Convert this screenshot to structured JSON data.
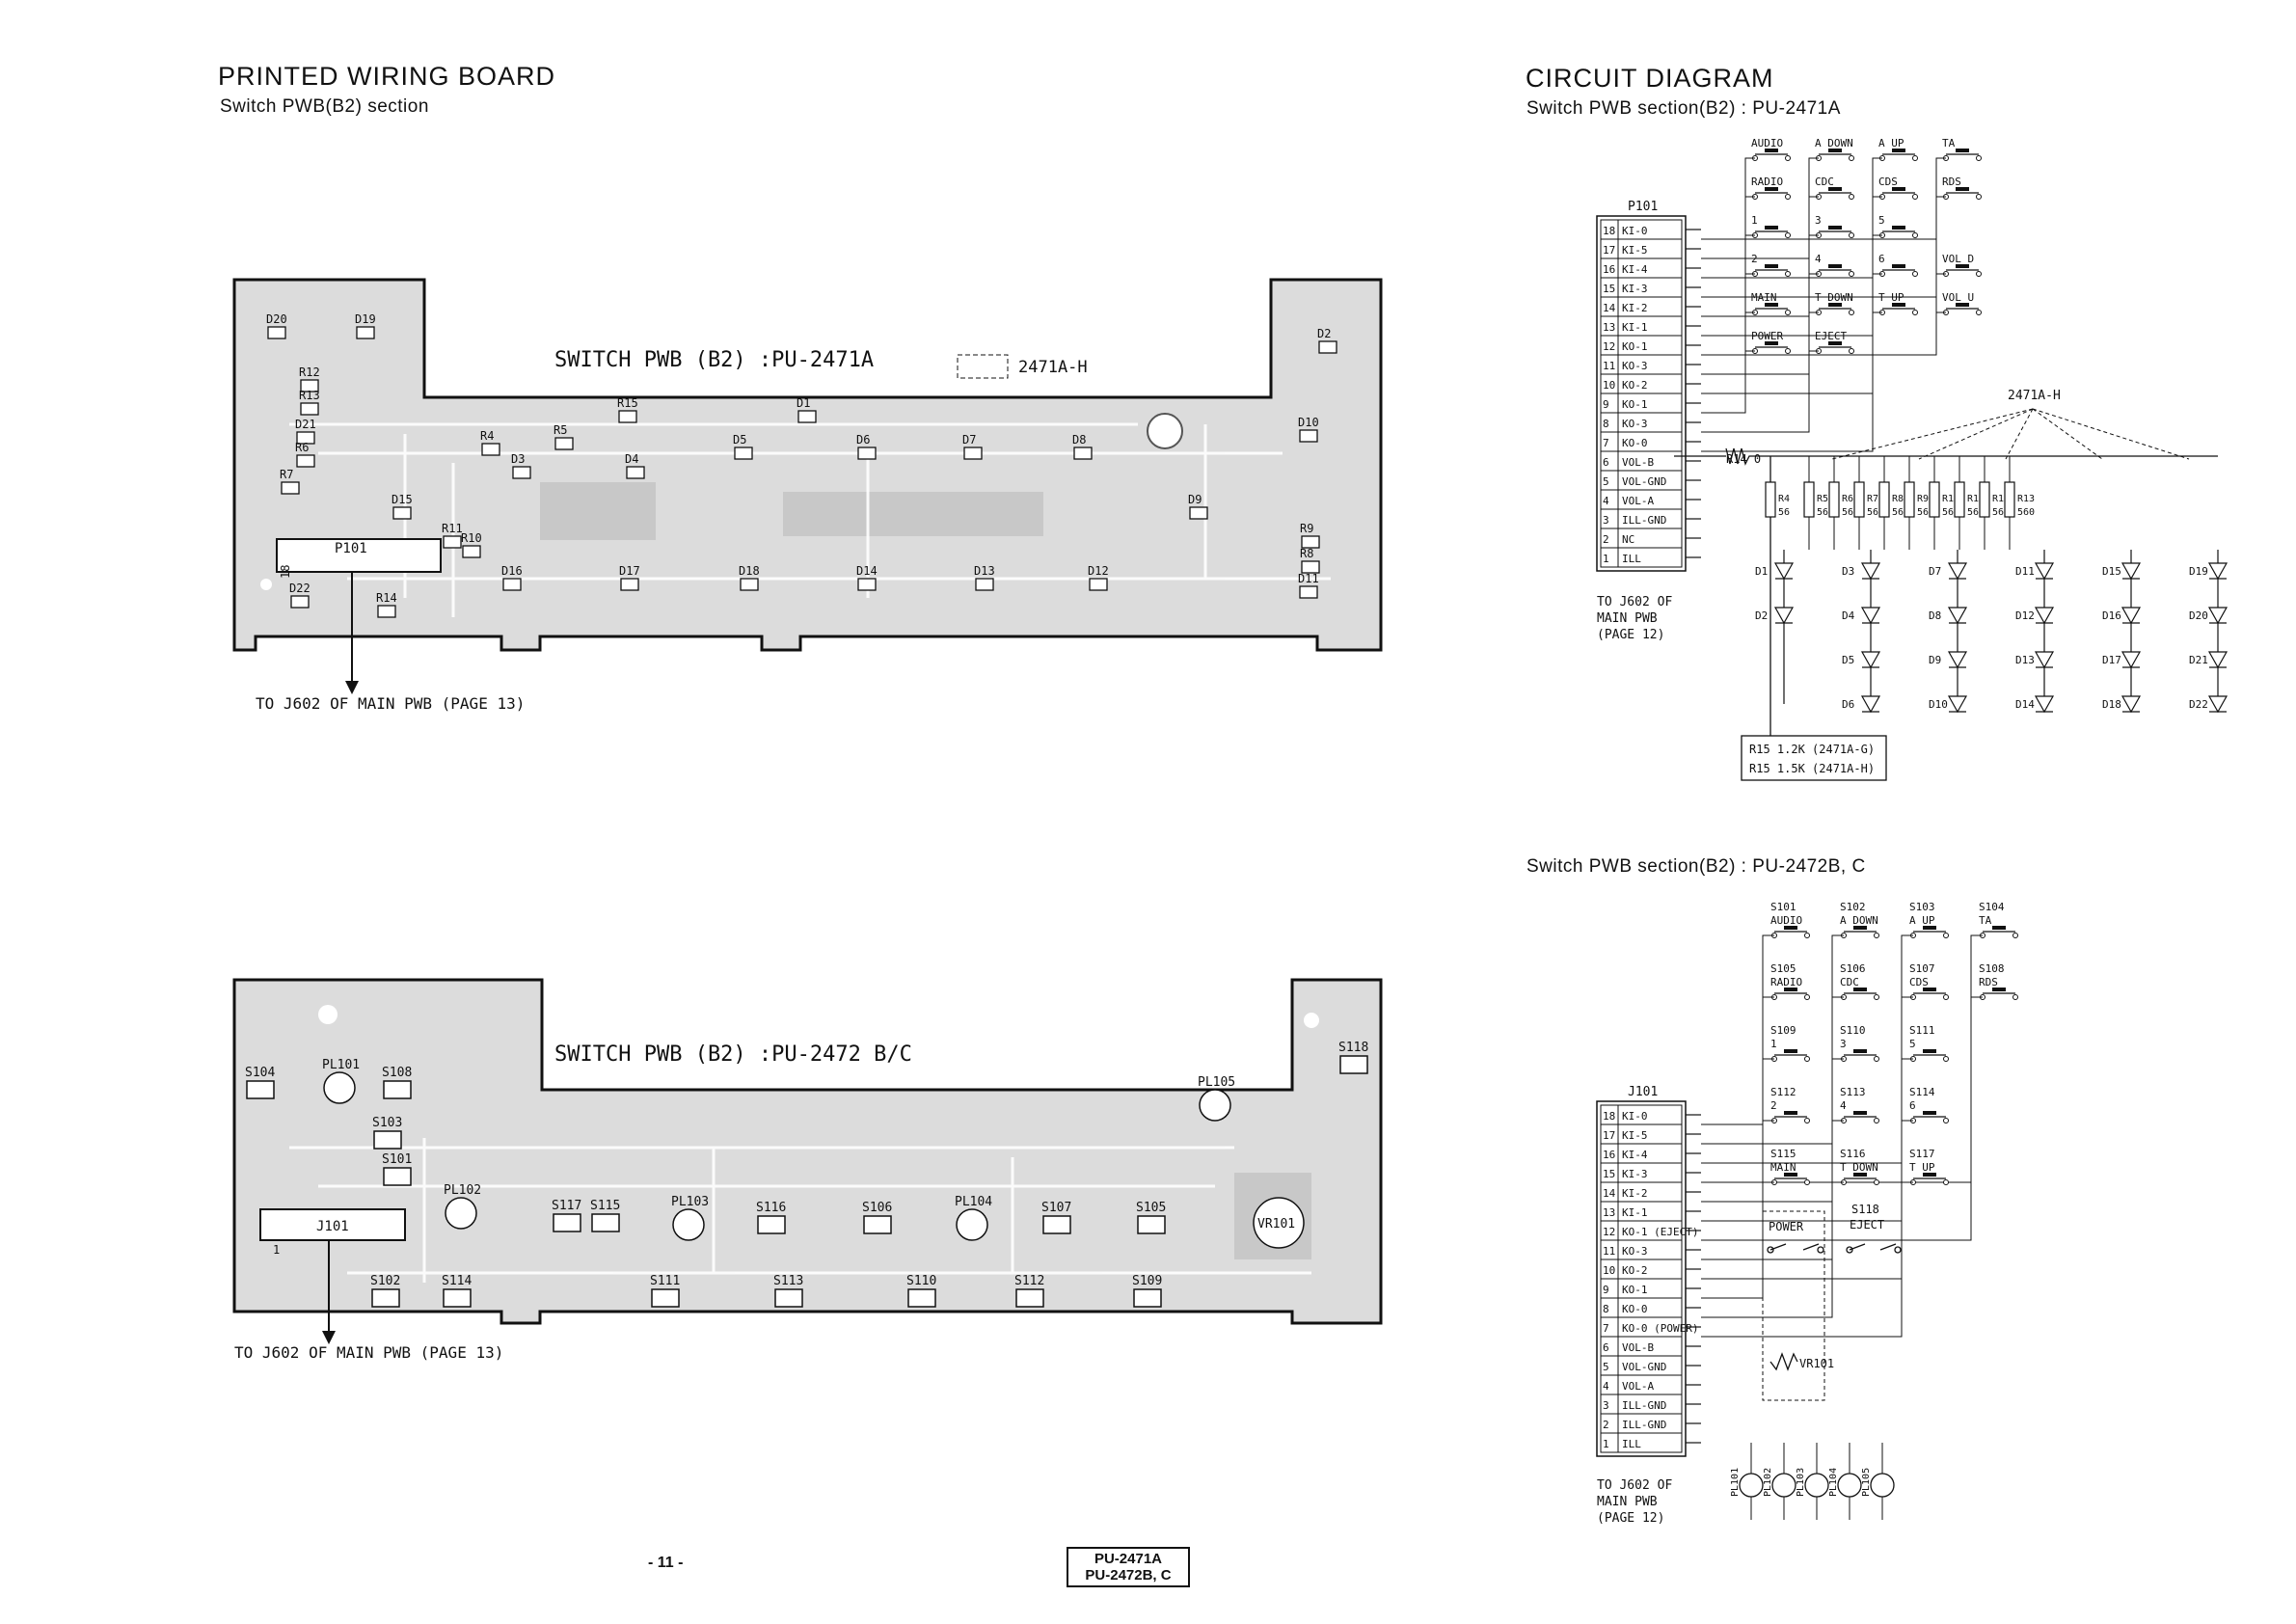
{
  "left": {
    "title": "PRINTED WIRING BOARD",
    "subtitle": "Switch PWB(B2) section",
    "board_a": {
      "label": "SWITCH PWB (B2) :PU-2471A",
      "variant_label": "2471A-H",
      "arrow_text": "TO J602 OF MAIN PWB (PAGE 13)",
      "connector": "P101",
      "pin": "18",
      "parts": [
        "D20",
        "D19",
        "R12",
        "R13",
        "D21",
        "R6",
        "R7",
        "R4",
        "D3",
        "R5",
        "R15",
        "D4",
        "D1",
        "D5",
        "D6",
        "D7",
        "D8",
        "D2",
        "D10",
        "D9",
        "R9",
        "R8",
        "D11",
        "D15",
        "R11",
        "R10",
        "D16",
        "D17",
        "D18",
        "D14",
        "D13",
        "D12",
        "R14",
        "D22"
      ]
    },
    "board_b": {
      "label": "SWITCH PWB (B2) :PU-2472 B/C",
      "arrow_text": "TO J602 OF MAIN PWB (PAGE 13)",
      "connector": "J101",
      "pin": "1",
      "parts": [
        "S104",
        "PL101",
        "S108",
        "S103",
        "S101",
        "PL102",
        "S117",
        "S115",
        "PL103",
        "S116",
        "S106",
        "PL104",
        "S107",
        "S105",
        "VR101",
        "PL105",
        "S118",
        "S102",
        "S114",
        "S111",
        "S113",
        "S110",
        "S112",
        "S109"
      ]
    }
  },
  "right": {
    "title": "CIRCUIT DIAGRAM",
    "subtitle_a": "Switch PWB section(B2) : PU-2471A",
    "subtitle_b": "Switch PWB section(B2) : PU-2472B, C",
    "diagram_a": {
      "connector": "P101",
      "pins": [
        {
          "n": "18",
          "s": "KI-0"
        },
        {
          "n": "17",
          "s": "KI-5"
        },
        {
          "n": "16",
          "s": "KI-4"
        },
        {
          "n": "15",
          "s": "KI-3"
        },
        {
          "n": "14",
          "s": "KI-2"
        },
        {
          "n": "13",
          "s": "KI-1"
        },
        {
          "n": "12",
          "s": "KO-1"
        },
        {
          "n": "11",
          "s": "KO-3"
        },
        {
          "n": "10",
          "s": "KO-2"
        },
        {
          "n": "9",
          "s": "KO-1"
        },
        {
          "n": "8",
          "s": "KO-3"
        },
        {
          "n": "7",
          "s": "KO-0"
        },
        {
          "n": "6",
          "s": "VOL-B"
        },
        {
          "n": "5",
          "s": "VOL-GND"
        },
        {
          "n": "4",
          "s": "VOL-A"
        },
        {
          "n": "3",
          "s": "ILL-GND"
        },
        {
          "n": "2",
          "s": "NC"
        },
        {
          "n": "1",
          "s": "ILL"
        }
      ],
      "switches": [
        [
          "AUDIO",
          "A DOWN",
          "A UP",
          "TA"
        ],
        [
          "RADIO",
          "CDC",
          "CDS",
          "RDS"
        ],
        [
          "1",
          "3",
          "5",
          ""
        ],
        [
          "2",
          "4",
          "6",
          "VOL D"
        ],
        [
          "MAIN",
          "T DOWN",
          "T UP",
          "VOL U"
        ],
        [
          "POWER",
          "EJECT",
          "",
          ""
        ]
      ],
      "variant": "2471A-H",
      "r14": "R14 0",
      "resistors": [
        {
          "name": "R4",
          "value": "56"
        },
        {
          "name": "R5",
          "value": "560"
        },
        {
          "name": "R6",
          "value": "560"
        },
        {
          "name": "R7",
          "value": "560"
        },
        {
          "name": "R8",
          "value": "560"
        },
        {
          "name": "R9",
          "value": "560"
        },
        {
          "name": "R10",
          "value": "560"
        },
        {
          "name": "R11",
          "value": "560"
        },
        {
          "name": "R12",
          "value": "560"
        },
        {
          "name": "R13",
          "value": "560"
        }
      ],
      "led_columns": [
        [
          "D1",
          "D2"
        ],
        [
          "D3",
          "D4",
          "D5",
          "D6"
        ],
        [
          "D7",
          "D8",
          "D9",
          "D10"
        ],
        [
          "D11",
          "D12",
          "D13",
          "D14"
        ],
        [
          "D15",
          "D16",
          "D17",
          "D18"
        ],
        [
          "D19",
          "D20",
          "D21",
          "D22"
        ]
      ],
      "to_text": [
        "TO J602 OF",
        "MAIN PWB",
        "(PAGE 12)"
      ],
      "notes": [
        "R15 1.2K (2471A-G)",
        "R15 1.5K (2471A-H)"
      ]
    },
    "diagram_b": {
      "connector": "J101",
      "pins": [
        {
          "n": "18",
          "s": "KI-0"
        },
        {
          "n": "17",
          "s": "KI-5"
        },
        {
          "n": "16",
          "s": "KI-4"
        },
        {
          "n": "15",
          "s": "KI-3"
        },
        {
          "n": "14",
          "s": "KI-2"
        },
        {
          "n": "13",
          "s": "KI-1"
        },
        {
          "n": "12",
          "s": "KO-1 (EJECT)"
        },
        {
          "n": "11",
          "s": "KO-3"
        },
        {
          "n": "10",
          "s": "KO-2"
        },
        {
          "n": "9",
          "s": "KO-1"
        },
        {
          "n": "8",
          "s": "KO-0"
        },
        {
          "n": "7",
          "s": "KO-0 (POWER)"
        },
        {
          "n": "6",
          "s": "VOL-B"
        },
        {
          "n": "5",
          "s": "VOL-GND"
        },
        {
          "n": "4",
          "s": "VOL-A"
        },
        {
          "n": "3",
          "s": "ILL-GND"
        },
        {
          "n": "2",
          "s": "ILL-GND"
        },
        {
          "n": "1",
          "s": "ILL"
        }
      ],
      "switches": [
        [
          {
            "ref": "S101",
            "name": "AUDIO"
          },
          {
            "ref": "S102",
            "name": "A DOWN"
          },
          {
            "ref": "S103",
            "name": "A UP"
          },
          {
            "ref": "S104",
            "name": "TA"
          }
        ],
        [
          {
            "ref": "S105",
            "name": "RADIO"
          },
          {
            "ref": "S106",
            "name": "CDC"
          },
          {
            "ref": "S107",
            "name": "CDS"
          },
          {
            "ref": "S108",
            "name": "RDS"
          }
        ],
        [
          {
            "ref": "S109",
            "name": "1"
          },
          {
            "ref": "S110",
            "name": "3"
          },
          {
            "ref": "S111",
            "name": "5"
          }
        ],
        [
          {
            "ref": "S112",
            "name": "2"
          },
          {
            "ref": "S113",
            "name": "4"
          },
          {
            "ref": "S114",
            "name": "6"
          }
        ],
        [
          {
            "ref": "S115",
            "name": "MAIN"
          },
          {
            "ref": "S116",
            "name": "T DOWN"
          },
          {
            "ref": "S117",
            "name": "T UP"
          }
        ]
      ],
      "power": "POWER",
      "eject_ref": "S118",
      "eject": "EJECT",
      "vr": "VR101",
      "lamps": [
        "PL101",
        "PL102",
        "PL103",
        "PL104",
        "PL105"
      ],
      "to_text": [
        "TO J602 OF",
        "MAIN PWB",
        "(PAGE 12)"
      ]
    }
  },
  "footer": {
    "page": "- 11 -",
    "models": [
      "PU-2471A",
      "PU-2472B, C"
    ]
  }
}
